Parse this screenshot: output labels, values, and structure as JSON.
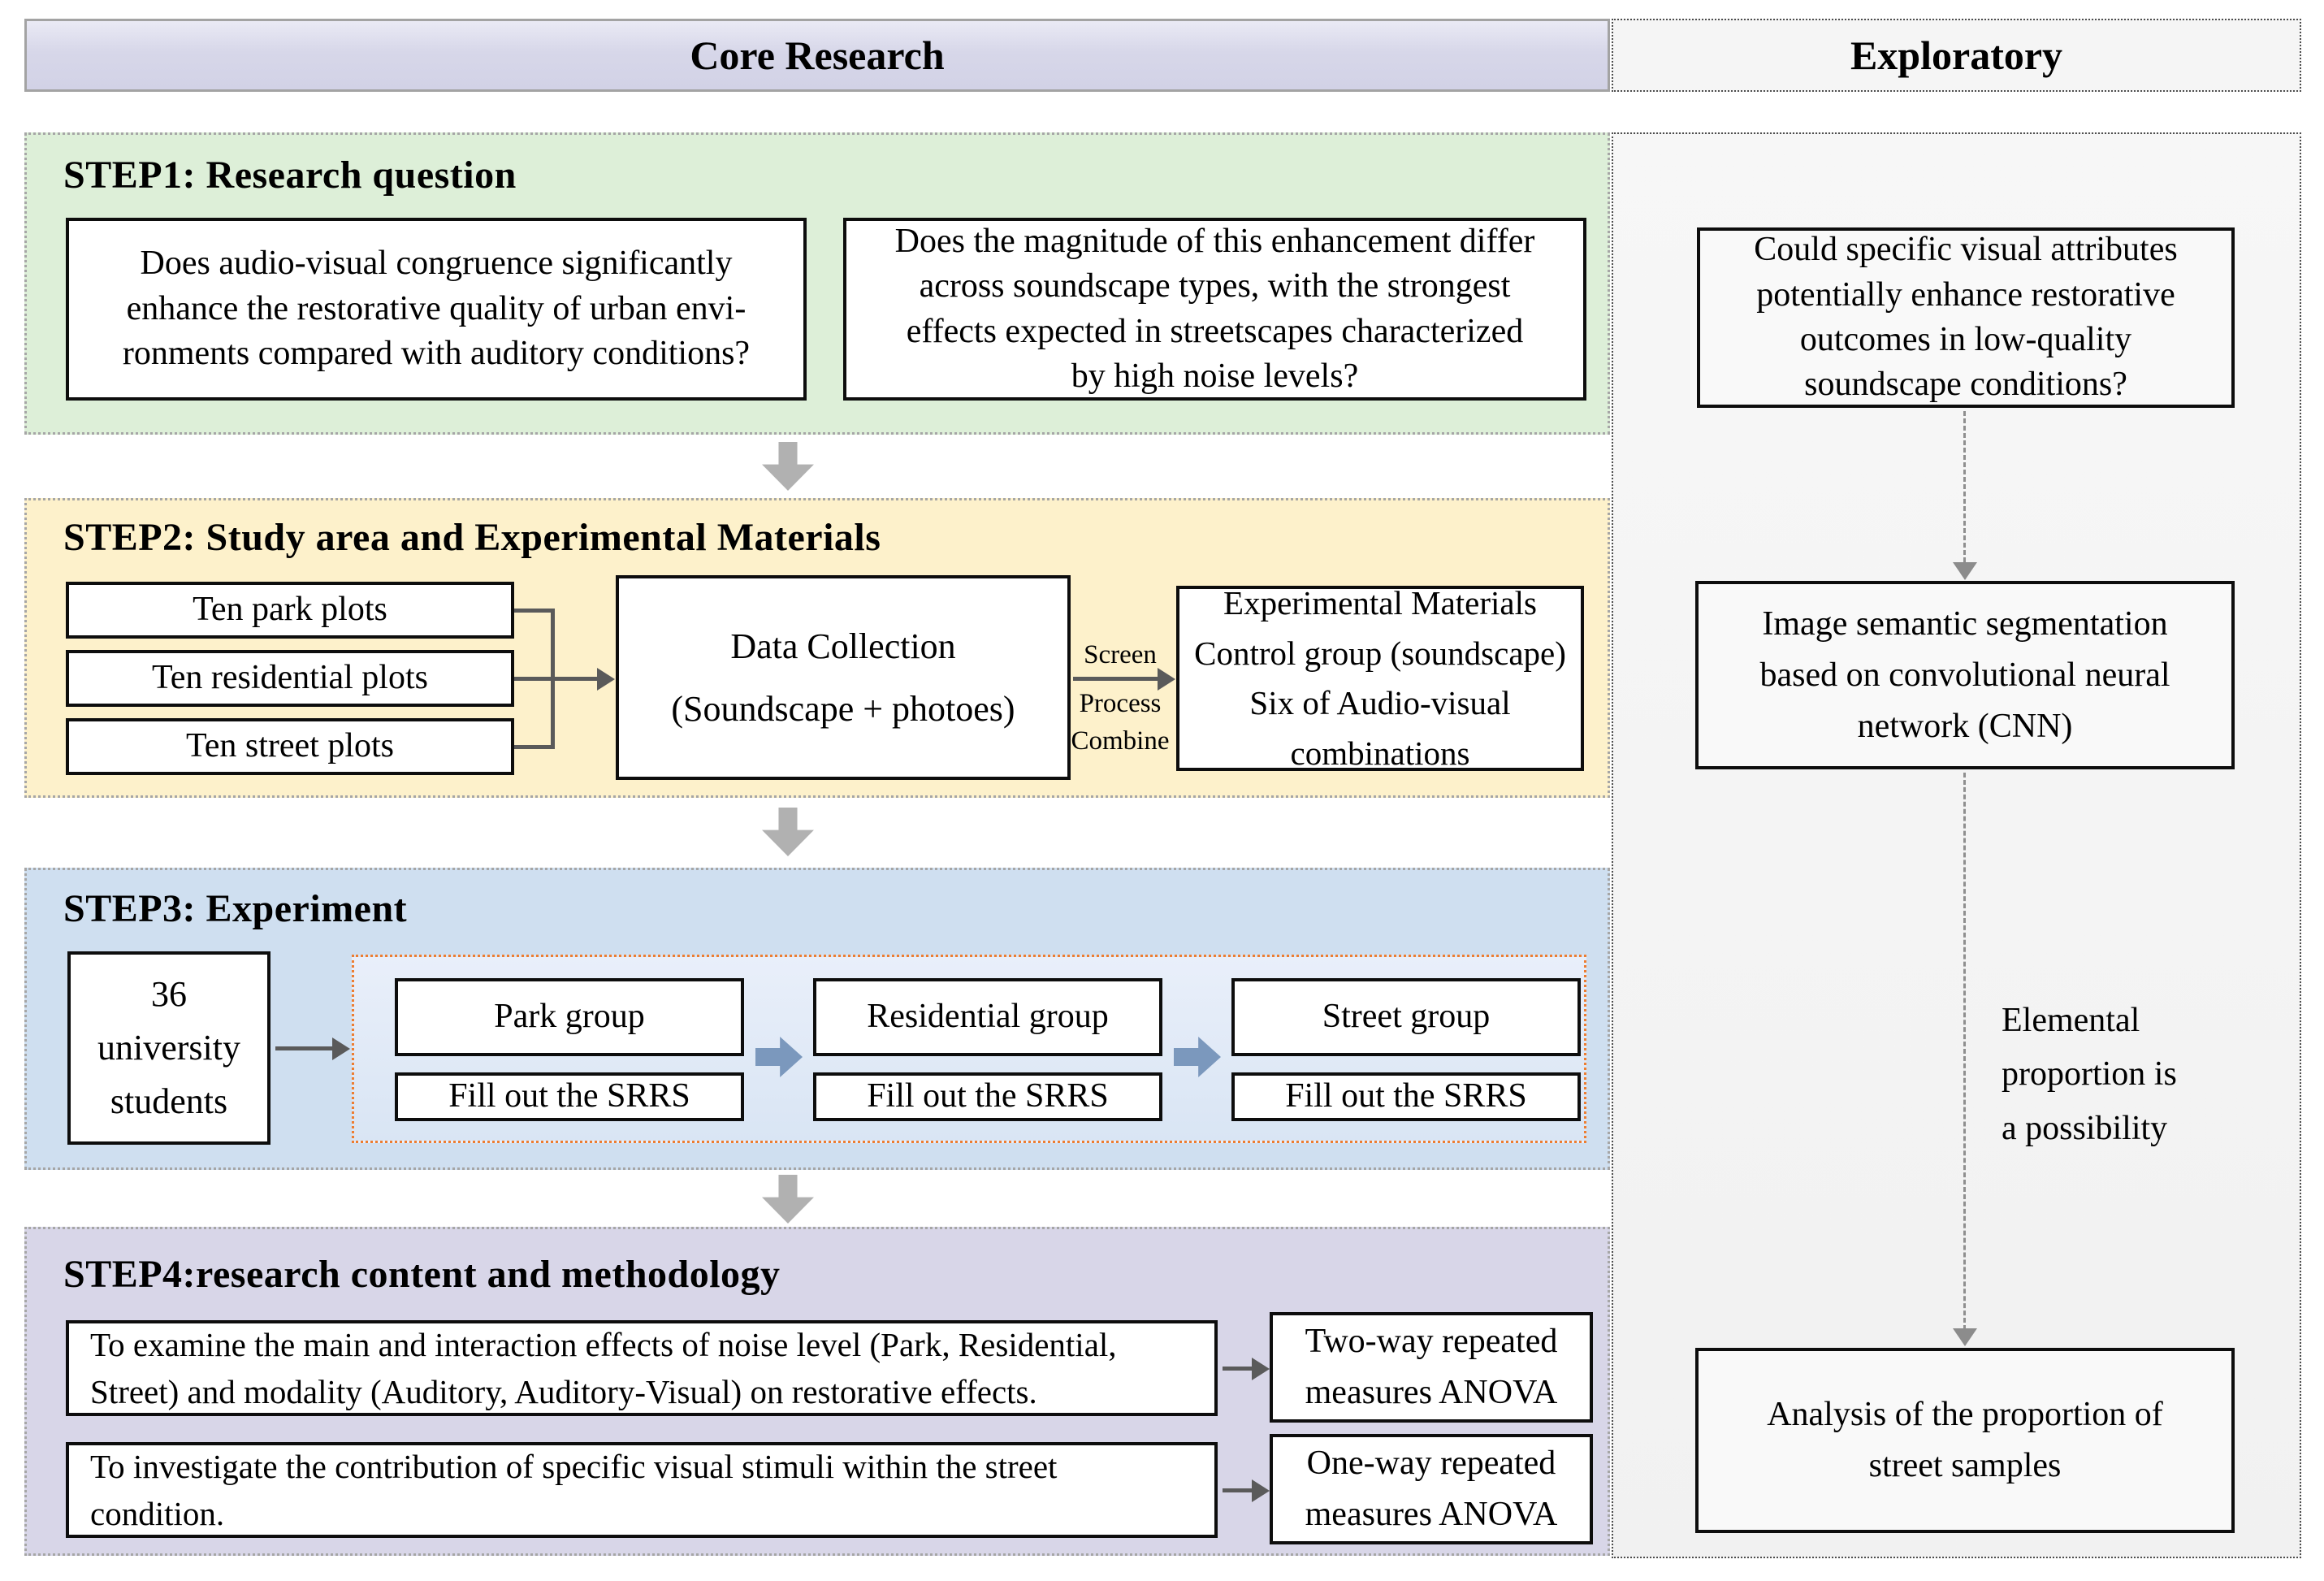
{
  "headers": {
    "core": "Core Research",
    "exploratory": "Exploratory"
  },
  "step1": {
    "title": "STEP1: Research question",
    "q1": "Does audio-visual congruence significantly\nenhance the restorative quality of urban envi-\nronments compared with auditory conditions?",
    "q2": "Does the magnitude of this enhancement differ\nacross soundscape types, with the strongest\neffects expected in streetscapes characterized\nby high noise levels?"
  },
  "step2": {
    "title": "STEP2: Study area and Experimental Materials",
    "plots": [
      "Ten park plots",
      "Ten residential plots",
      "Ten street plots"
    ],
    "data_collection": "Data Collection\n(Soundscape + photoes)",
    "process": [
      "Screen",
      "Process",
      "Combine"
    ],
    "materials": "Experimental Materials\nControl group (soundscape)\nSix of Audio-visual combinations"
  },
  "step3": {
    "title": "STEP3: Experiment",
    "participants": "36\nuniversity\nstudents",
    "groups": [
      {
        "name": "Park group",
        "task": "Fill out the SRRS"
      },
      {
        "name": "Residential group",
        "task": "Fill out the SRRS"
      },
      {
        "name": "Street group",
        "task": "Fill out the SRRS"
      }
    ]
  },
  "step4": {
    "title": "STEP4:research content and methodology",
    "rows": [
      {
        "content": "To examine the main and interaction effects of noise level (Park, Residential,\nStreet) and modality (Auditory, Auditory-Visual) on restorative effects.",
        "method": "Two-way repeated\nmeasures ANOVA"
      },
      {
        "content": "To investigate the contribution of specific visual stimuli within the street\ncondition.",
        "method": "One-way repeated\nmeasures ANOVA"
      }
    ]
  },
  "exploratory": {
    "question": "Could specific visual attributes\npotentially enhance restorative\noutcomes in low-quality\nsoundscape conditions?",
    "segmentation": "Image semantic segmentation\nbased on convolutional neural\nnetwork (CNN)",
    "note": "Elemental\nproportion is\na possibility",
    "analysis": "Analysis of the proportion of\nstreet samples"
  },
  "colors": {
    "header_core_bg": "#d7d7e9",
    "exploratory_bg": "#f5f5f5",
    "step1_bg": "#ddefd8",
    "step2_bg": "#fdf1cb",
    "step3_bg": "#cfdff0",
    "step4_bg": "#d8d6e8",
    "orange_border": "#ed7d31",
    "block_arrow": "#b1b1b1",
    "blue_arrow": "#7b98bd",
    "thin_arrow": "#5a5a5a",
    "dashed_line": "#8f8f8f"
  }
}
